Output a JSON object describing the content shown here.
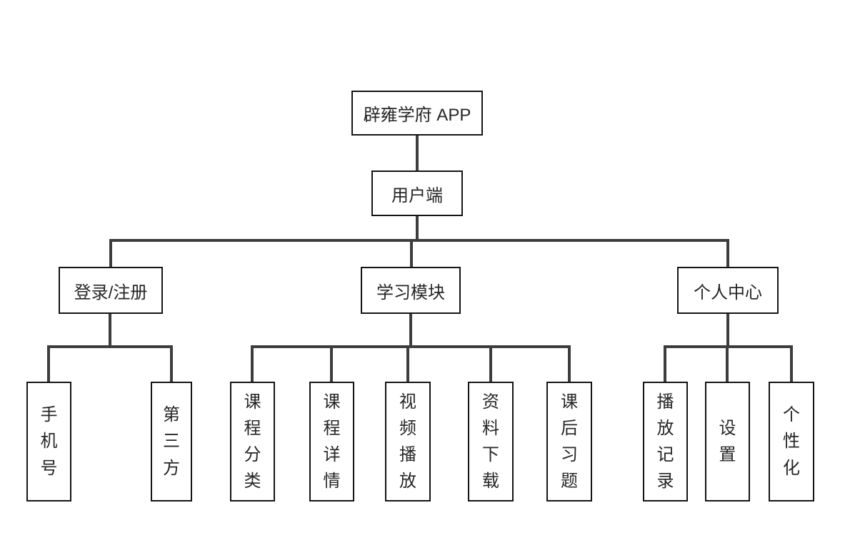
{
  "diagram": {
    "nodes": {
      "root": {
        "label": "辟雍学府 APP"
      },
      "client": {
        "label": "用户端"
      },
      "login": {
        "label": "登录/注册"
      },
      "learning": {
        "label": "学习模块"
      },
      "profile": {
        "label": "个人中心"
      },
      "phone": {
        "label": "手机号"
      },
      "third_party": {
        "label": "第三方"
      },
      "course_category": {
        "label": "课程分类"
      },
      "course_detail": {
        "label": "课程详情"
      },
      "video_playback": {
        "label": "视频播放"
      },
      "material_download": {
        "label": "资料下载"
      },
      "after_class_exercises": {
        "label": "课后习题"
      },
      "playback_history": {
        "label": "播放记录"
      },
      "settings": {
        "label": "设置"
      },
      "personalization": {
        "label": "个性化"
      }
    },
    "colors": {
      "background": "#ffffff",
      "border": "#141414",
      "line": "#3d3d3d",
      "text": "#262626"
    }
  }
}
